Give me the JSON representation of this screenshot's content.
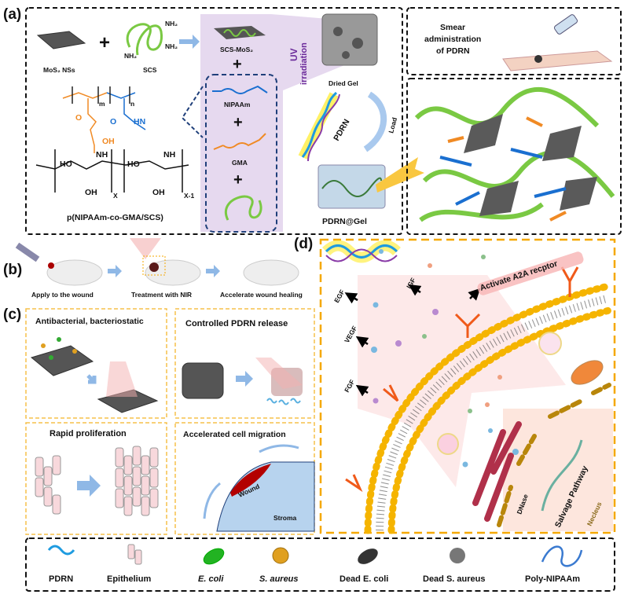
{
  "panels": {
    "a": {
      "label": "(a)",
      "mos2": "MoS₂ NSs",
      "scs": "SCS",
      "nh2": "NH₂",
      "scs_mos2": "SCS-MoS₂",
      "uv_line1": "UV",
      "uv_line2": "irradiation",
      "dried_gel": "Dried Gel",
      "nipaam": "NIPAAm",
      "gma": "GMA",
      "polymer": "p(NIPAAm-co-GMA/SCS)",
      "pdrn": "PDRN",
      "load": "Load",
      "pdrn_gel": "PDRN@Gel",
      "chem": {
        "m": "m",
        "n": "n",
        "x": "X",
        "x1": "X-1",
        "oh": "OH",
        "ho": "HO",
        "nh": "NH",
        "hn": "HN",
        "o": "O"
      },
      "smear_line1": "Smear",
      "smear_line2": "administration",
      "smear_line3": "of PDRN"
    },
    "b": {
      "label": "(b)",
      "steps": [
        "Apply to the wound",
        "Treatment with NIR",
        "Accelerate wound healing"
      ]
    },
    "c": {
      "label": "(c)",
      "boxes": [
        "Antibacterial, bacteriostatic",
        "Controlled PDRN release",
        "Rapid proliferation",
        "Accelerated cell migration"
      ],
      "wound": "Wound",
      "stroma": "Stroma"
    },
    "d": {
      "label": "(d)",
      "factors": [
        "EGF",
        "IGF",
        "VEGF",
        "FGF"
      ],
      "receptor": "Activate A2A recptor",
      "dnase": "DNase",
      "salvage": "Salvage Pathway",
      "nucleus": "Necleus"
    }
  },
  "legend": [
    "PDRN",
    "Epithelium",
    "E. coli",
    "S. aureus",
    "Dead E. coli",
    "Dead S. aureus",
    "Poly-NIPAAm"
  ],
  "colors": {
    "accent_orange": "#f5a800",
    "arrow_blue": "#8fb8e6",
    "gel_purple": "#e6d9ef",
    "scs_green": "#7ac943",
    "wound_red": "#b30000",
    "stroma_blue": "#b7d3ee"
  }
}
